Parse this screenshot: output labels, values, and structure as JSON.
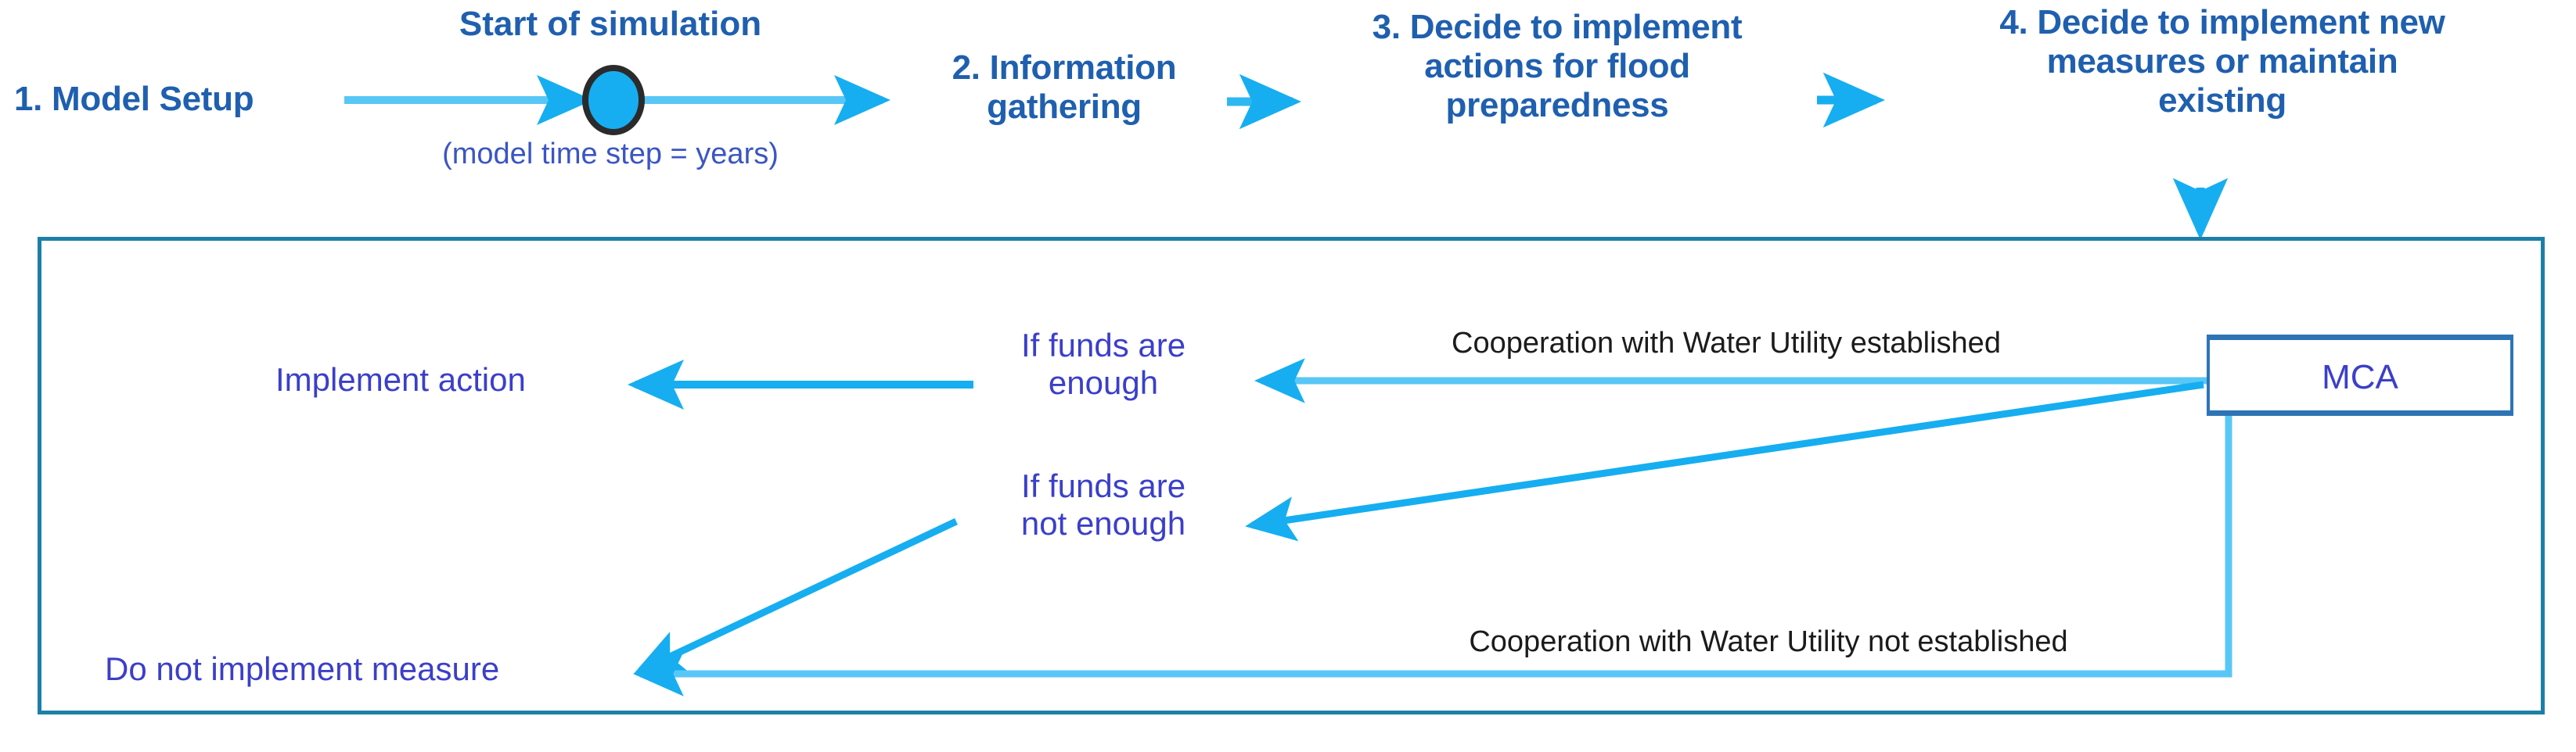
{
  "diagram": {
    "title": "Flood preparedness agent model flow",
    "colors": {
      "step_text": "#1F5FAF",
      "caption_text": "#3A55C4",
      "node_text": "#3B3FC9",
      "edge_note_text": "#1B1B1B",
      "arrow": "#16AEF0",
      "arrow_light": "#59C7F5",
      "panel_border": "#1C7FA8",
      "mca_border": "#2E74B5",
      "circle_fill": "#16AEF0",
      "circle_stroke": "#2B2B2B"
    },
    "top_row": {
      "steps": [
        {
          "label": "1. Model Setup"
        },
        {
          "label": "2. Information\ngathering"
        },
        {
          "label": "3. Decide to implement\nactions for flood\npreparedness"
        },
        {
          "label": "4. Decide to implement new\nmeasures or maintain\nexisting"
        }
      ],
      "start_banner": "Start of simulation",
      "time_step_caption": "(model time step = years)",
      "start_node_icon": "start-circle-icon"
    },
    "panel": {
      "mca_box_label": "MCA",
      "branch_labels": [
        "If funds are\nenough",
        "If funds are\nnot enough"
      ],
      "outcomes": [
        "Implement action",
        "Do not implement measure"
      ],
      "edge_notes": [
        "Cooperation with Water Utility established",
        "Cooperation with Water Utility not established"
      ]
    }
  }
}
